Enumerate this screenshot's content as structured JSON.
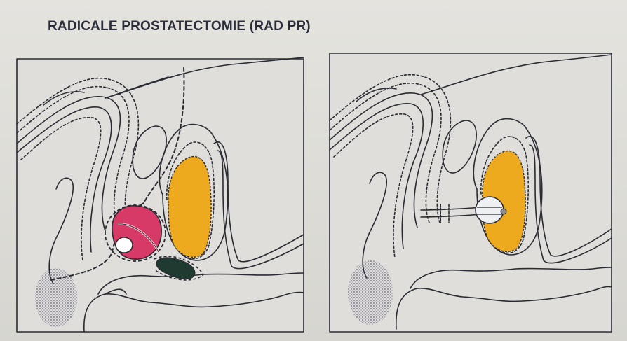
{
  "title": "RADICALE PROSTATECTOMIE (RAD PR)",
  "colors": {
    "background": "#dcdbd6",
    "ink": "#2a2b33",
    "prostate": "#d83a68",
    "bladder_wall": "#eeaa1e",
    "vesicle": "#1f3a30",
    "stipple": "#3b3a5a"
  },
  "panels": [
    {
      "id": "before",
      "description_icon": "pre-operative-anatomy"
    },
    {
      "id": "after",
      "description_icon": "post-operative-anastomosis"
    }
  ]
}
